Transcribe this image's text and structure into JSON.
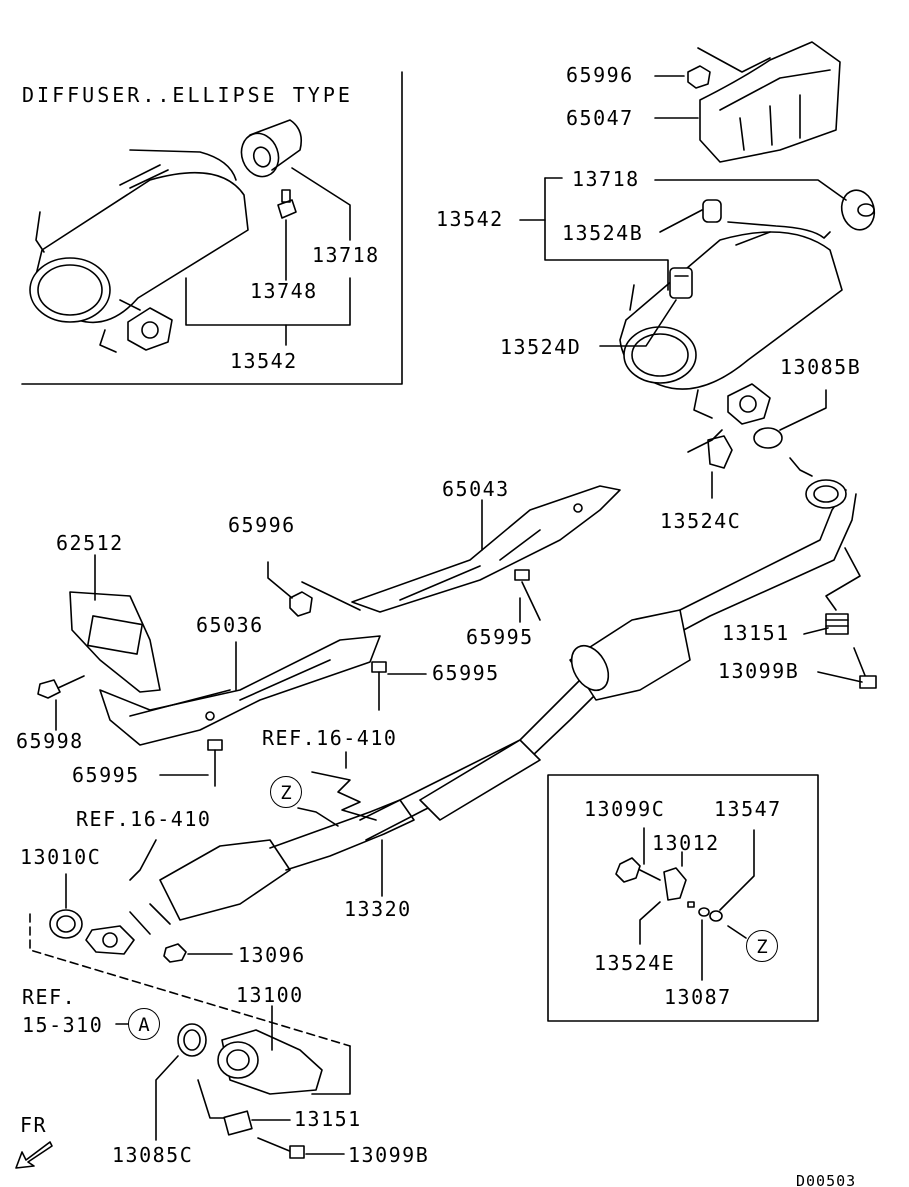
{
  "inset_ellipse": {
    "title": "DIFFUSER..ELLIPSE TYPE",
    "labels": [
      "13718",
      "13748",
      "13542"
    ]
  },
  "inset_bracket": {
    "labels": [
      "13099C",
      "13012",
      "13547",
      "13524E",
      "13087"
    ],
    "circle_marker": "Z"
  },
  "parts": {
    "p65996_top": "65996",
    "p65047": "65047",
    "p13718": "13718",
    "p13542": "13542",
    "p13524B": "13524B",
    "p13524D": "13524D",
    "p13085B": "13085B",
    "p13524C": "13524C",
    "p65043": "65043",
    "p62512": "62512",
    "p65996_mid": "65996",
    "p65036": "65036",
    "p65995_a": "65995",
    "p65995_b": "65995",
    "p65998": "65998",
    "p65995_c": "65995",
    "p13151_a": "13151",
    "p13099B_a": "13099B",
    "p13010C": "13010C",
    "p13096": "13096",
    "p13320": "13320",
    "p13100": "13100",
    "p13151_b": "13151",
    "p13085C": "13085C",
    "p13099B_b": "13099B"
  },
  "references": {
    "ref_a": "REF.16-410",
    "ref_b": "REF.16-410",
    "ref_c_line1": "REF.",
    "ref_c_line2": "15-310"
  },
  "markers": {
    "z_main": "Z",
    "a_main": "A"
  },
  "front_label": "FR",
  "diagram_code": "D00503"
}
